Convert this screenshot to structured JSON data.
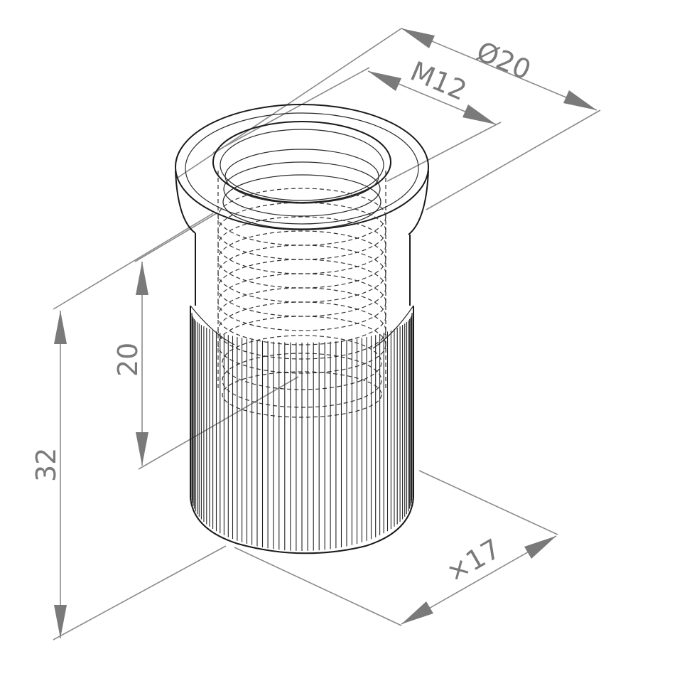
{
  "dimensions": {
    "outer_flange": "Ø20",
    "thread": "M12",
    "body_diameter": "×17",
    "thread_depth": "20",
    "total_length": "32"
  }
}
